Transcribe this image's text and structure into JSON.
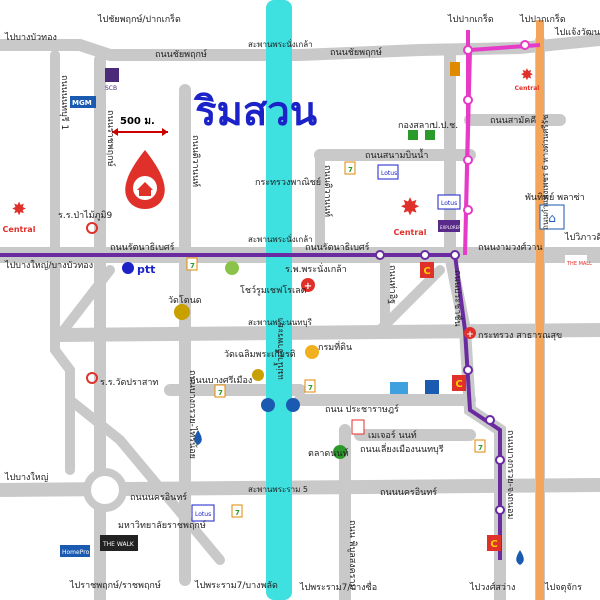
{
  "title": "ริมสวน",
  "scale_label": "500 ม.",
  "colors": {
    "road": "#c9c9c9",
    "purple_line": "#6a2aa0",
    "pink_line": "#e63ac9",
    "orange_line": "#f5a55a",
    "river": "#3fe0e0",
    "pin": "#e0302a",
    "title": "#1a22c8"
  },
  "roads": {
    "top_left": "ไปบางบัวทอง",
    "top_chaiyaphruek": "ไปชัยพฤกษ์/ปากเกร็ด",
    "top_pakkret": "ไปปากเกร็ด",
    "top_pakkret2": "ไปปากเกร็ด",
    "top_chaengwattana": "ไปแจ้งวัฒนะ",
    "chaiyaphruek_left": "ถนนชัยพฤกษ์",
    "chaiyaphruek_right": "ถนนชัยพฤกษ์",
    "bridge_top": "สะพานพระนั่งเกล้า",
    "ratanathibet_left": "ถนนรัตนาธิเบศร์",
    "ratanathibet_right": "ถนนรัตนาธิเบศร์",
    "bridge_mid": "สะพานพระนั่งเกล้า",
    "bangyai": "ไปบางใหญ่/บางบัวทอง",
    "ngamwongwan": "ถนนงามวงศ์วาน",
    "bridge_nonburi1": "สะพานพระนนทบุรี",
    "bridge_rama5": "สะพานพระราม 5",
    "pracharat": "ถนน ประชาราษฎร์",
    "liang_muang": "ถนนเลี่ยงเมืองนนทบุรี",
    "bang_kruai": "ถนนบางกรวย-ไทรน้อย",
    "bangsrimuang": "ถนนบางศรีเมือง",
    "nakhon_in_left": "ถนนนครอินทร์",
    "nakhon_in_right": "ถนนนครอินทร์",
    "bottom_bangyai": "ไปบางใหญ่",
    "bottom_ratchaphruek": "ไปราชพฤกษ์/ราชพฤกษ์",
    "bottom_rama7": "ไปพระราม7/บางพลัด",
    "bottom_rama7_2": "ไปพระราม7/บางซื่อ",
    "bottom_wongsawang": "ไปวงศ์สว่าง",
    "bottom_chatuchak": "ไปจตุจักร",
    "vibhavadi": "ไปวิภาวดี",
    "samakkhi": "ถนนสามัคคี",
    "sanambinnam": "ถนนสนามบินน้ำ",
    "tiwanon": "ถนนติวานนท์",
    "chaopraya": "แม่น้ำเจ้าพระยา",
    "rachaphruek_v": "ถนนราชพฤกษ์",
    "phibun": "ถนนพิบูลสงคราม",
    "tha_it": "ถนนท่าอิฐ",
    "phibun_songkhram": "ถนน พิบูลสงคราม",
    "khae_rai": "ถนนประชาชื่น",
    "kamphaeng": "ถนนกำแพงเพชร 6 ทางด่วนศรีรัช",
    "ratchawithi": "ถนนบางกรวย-จงถนอม",
    "thanon_chomphon": "ถนนติวานนท์",
    "thanon_nonthaburi1": "ถนนนนทบุรี 1"
  },
  "places": {
    "rs_nonthaburi": "ร.ร.ป่าไม้ภูมิ9",
    "ptt": "ptt",
    "wat_tonnon": "วัดโตนด",
    "chokechai": "โชว์รูมเชฟโรเลต",
    "hospital_pranangklao": "ร.พ.พระนั่งเกล้า",
    "commerce": "กระทรวงพาณิชย์",
    "tesco_top": "Lotus",
    "sirinthorn": "พันทิพย์ พลาซ่า",
    "krom_thidin": "กรมที่ดิน",
    "wat_chaloem": "วัดเฉลิมพระเกียรติ",
    "health_ministry": "กระทรวง สาธารณสุข",
    "rs_watpraskat": "ร.ร.วัดปราสาท",
    "market": "ตลาดนนท์",
    "mall_nonthaburi": "เมเจอร์ นนท์",
    "university": "มหาวิทยาลัยราชพฤกษ์",
    "home_pro": "HomePro",
    "the_walk": "THE WALK",
    "tesco_bottom": "Lotus",
    "central_left": "Central",
    "central_mid": "Central",
    "central_right": "Central",
    "kong_slak": "กองสลาก",
    "post": "ป.ป.ช.",
    "tesco_mid": "Lotus",
    "explorer": "EXPLORER",
    "mcdonald": "MGM",
    "scb": "SCB",
    "oldtown": "THE MALL"
  }
}
